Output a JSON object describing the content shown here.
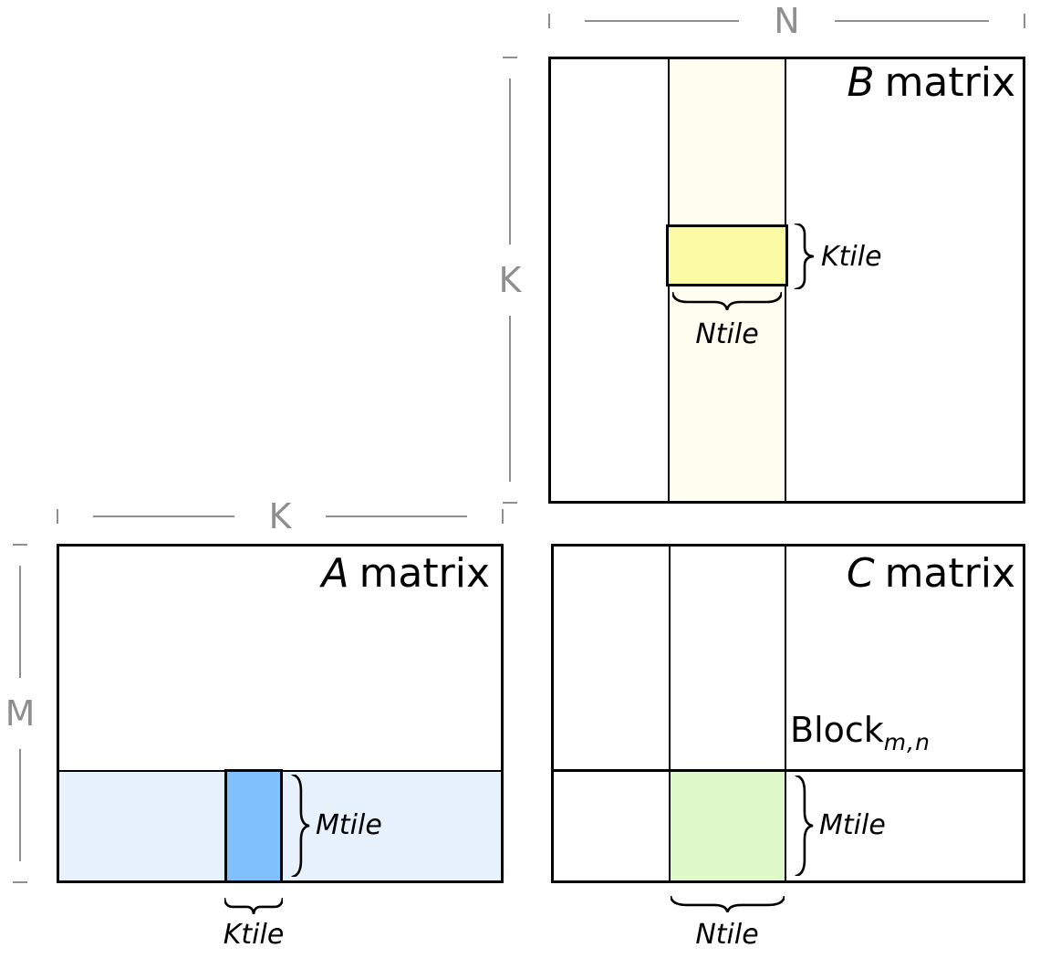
{
  "colors": {
    "line": "#000000",
    "dimension_gray": "#8f8f8f",
    "b_column_strip": "#fdfdf0",
    "b_ktile_yellow": "#fbfba6",
    "a_row_strip": "#e8f2fd",
    "a_tile_blue": "#80c0fc",
    "c_tile_green": "#e0f9c8",
    "background": "#ffffff"
  },
  "b_matrix": {
    "letter": "B",
    "word": "matrix",
    "width_dim": "N",
    "height_dim": "K",
    "ktile_label": "Ktile",
    "ntile_label": "Ntile"
  },
  "a_matrix": {
    "letter": "A",
    "word": "matrix",
    "width_dim": "K",
    "height_dim": "M",
    "mtile_label": "Mtile",
    "ktile_label": "Ktile"
  },
  "c_matrix": {
    "letter": "C",
    "word": "matrix",
    "block_label": "Block",
    "block_subscript": "m,n",
    "mtile_label": "Mtile",
    "ntile_label": "Ntile"
  }
}
